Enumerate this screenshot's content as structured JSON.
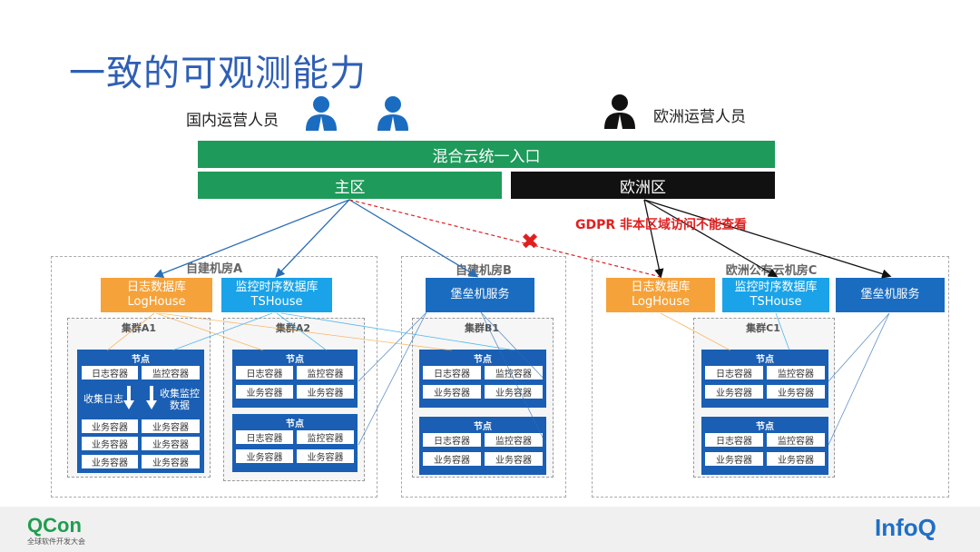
{
  "title": "一致的可观测能力",
  "people": {
    "domestic_label": "国内运营人员",
    "europe_label": "欧洲运营人员"
  },
  "entry": {
    "unified": "混合云统一入口",
    "main_zone": "主区",
    "europe_zone": "欧洲区"
  },
  "gdpr_note": "GDPR 非本区域访问不能查看",
  "deny_mark": "✖",
  "rooms": {
    "a": {
      "label": "自建机房A",
      "log_db": [
        "日志数据库",
        "LogHouse"
      ],
      "metric_db": [
        "监控时序数据库",
        "TSHouse"
      ],
      "cluster_a1": {
        "label": "集群A1",
        "node_label": "节点",
        "top_cells": [
          "日志容器",
          "监控容器"
        ],
        "collect_log": "收集日志",
        "collect_metric": [
          "收集监控",
          "数据"
        ],
        "biz_cells": [
          "业务容器",
          "业务容器",
          "业务容器",
          "业务容器",
          "业务容器",
          "业务容器"
        ]
      },
      "cluster_a2": {
        "label": "集群A2",
        "nodes": [
          {
            "label": "节点",
            "cells": [
              "日志容器",
              "监控容器",
              "业务容器",
              "业务容器"
            ]
          },
          {
            "label": "节点",
            "cells": [
              "日志容器",
              "监控容器",
              "业务容器",
              "业务容器"
            ]
          }
        ]
      }
    },
    "b": {
      "label": "自建机房B",
      "bastion": "堡垒机服务",
      "cluster_b1": {
        "label": "集群B1",
        "nodes": [
          {
            "label": "节点",
            "cells": [
              "日志容器",
              "监控容器",
              "业务容器",
              "业务容器"
            ]
          },
          {
            "label": "节点",
            "cells": [
              "日志容器",
              "监控容器",
              "业务容器",
              "业务容器"
            ]
          }
        ]
      }
    },
    "c": {
      "label": "欧洲公有云机房C",
      "log_db": [
        "日志数据库",
        "LogHouse"
      ],
      "metric_db": [
        "监控时序数据库",
        "TSHouse"
      ],
      "bastion": "堡垒机服务",
      "cluster_c1": {
        "label": "集群C1",
        "nodes": [
          {
            "label": "节点",
            "cells": [
              "日志容器",
              "监控容器",
              "业务容器",
              "业务容器"
            ]
          },
          {
            "label": "节点",
            "cells": [
              "日志容器",
              "监控容器",
              "业务容器",
              "业务容器"
            ]
          }
        ]
      }
    }
  },
  "footer": {
    "qcon": "QCon",
    "qcon_sub": "全球软件开发大会",
    "infoq": "InfoQ"
  },
  "colors": {
    "title": "#2f5fb4",
    "green_bar": "#1e9a5a",
    "log_db": "#f6a23a",
    "metric_db": "#1aa3e8",
    "bastion": "#1a6cc0",
    "node": "#1a5fb4",
    "alert": "#e02020"
  }
}
